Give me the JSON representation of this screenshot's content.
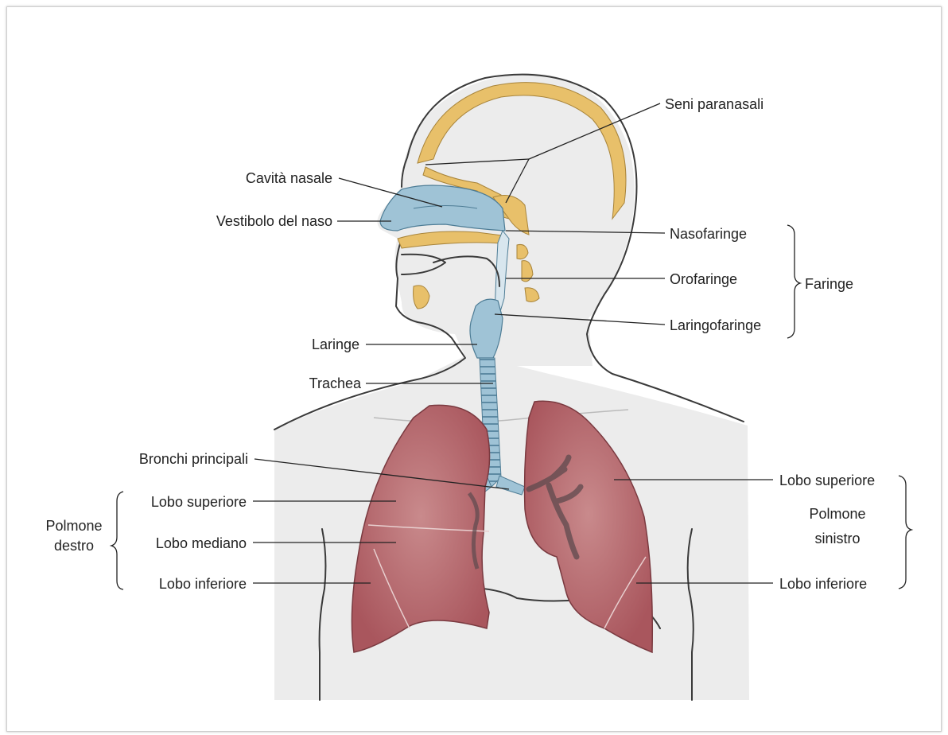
{
  "labels": {
    "seni_paranasali": "Seni paranasali",
    "cavita_nasale": "Cavità nasale",
    "vestibolo_naso": "Vestibolo del naso",
    "nasofaringe": "Nasofaringe",
    "orofaringe": "Orofaringe",
    "laringofaringe": "Laringofaringe",
    "faringe": "Faringe",
    "laringe": "Laringe",
    "trachea": "Trachea",
    "bronchi_principali": "Bronchi principali",
    "lobo_superiore_dx": "Lobo superiore",
    "lobo_mediano": "Lobo mediano",
    "lobo_inferiore_dx": "Lobo inferiore",
    "polmone_destro_1": "Polmone",
    "polmone_destro_2": "destro",
    "lobo_superiore_sx": "Lobo superiore",
    "lobo_inferiore_sx": "Lobo inferiore",
    "polmone_sinistro_1": "Polmone",
    "polmone_sinistro_2": "sinistro"
  },
  "colors": {
    "skin": "#ececec",
    "bone": "#e8c06a",
    "airway": "#9fc3d6",
    "lung": "#b5646a",
    "lung_light": "#c98a8c",
    "bronchial_tree": "#6a5a5e"
  }
}
